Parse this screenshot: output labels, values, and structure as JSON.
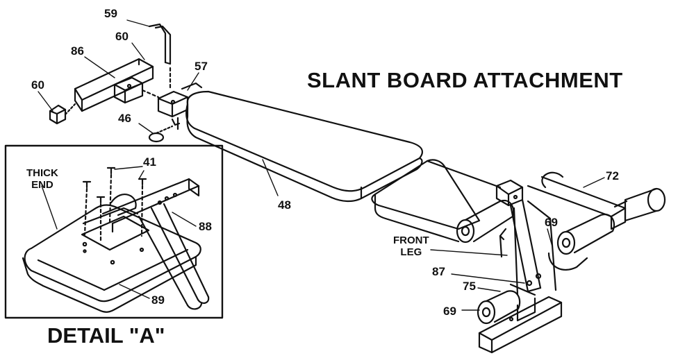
{
  "title": "SLANT BOARD ATTACHMENT",
  "detail_title": "DETAIL \"A\"",
  "detail_labels": {
    "thick_end_line1": "THICK",
    "thick_end_line2": "END",
    "screws": "41",
    "tube": "88",
    "pad": "89"
  },
  "part_labels": {
    "p59": "59",
    "p60_top": "60",
    "p60_left": "60",
    "p86": "86",
    "p57": "57",
    "p46": "46",
    "p48": "48",
    "p72": "72",
    "p69_upper": "69",
    "p69_lower": "69",
    "p87": "87",
    "p75": "75",
    "front_leg_line1": "FRONT",
    "front_leg_line2": "LEG"
  }
}
